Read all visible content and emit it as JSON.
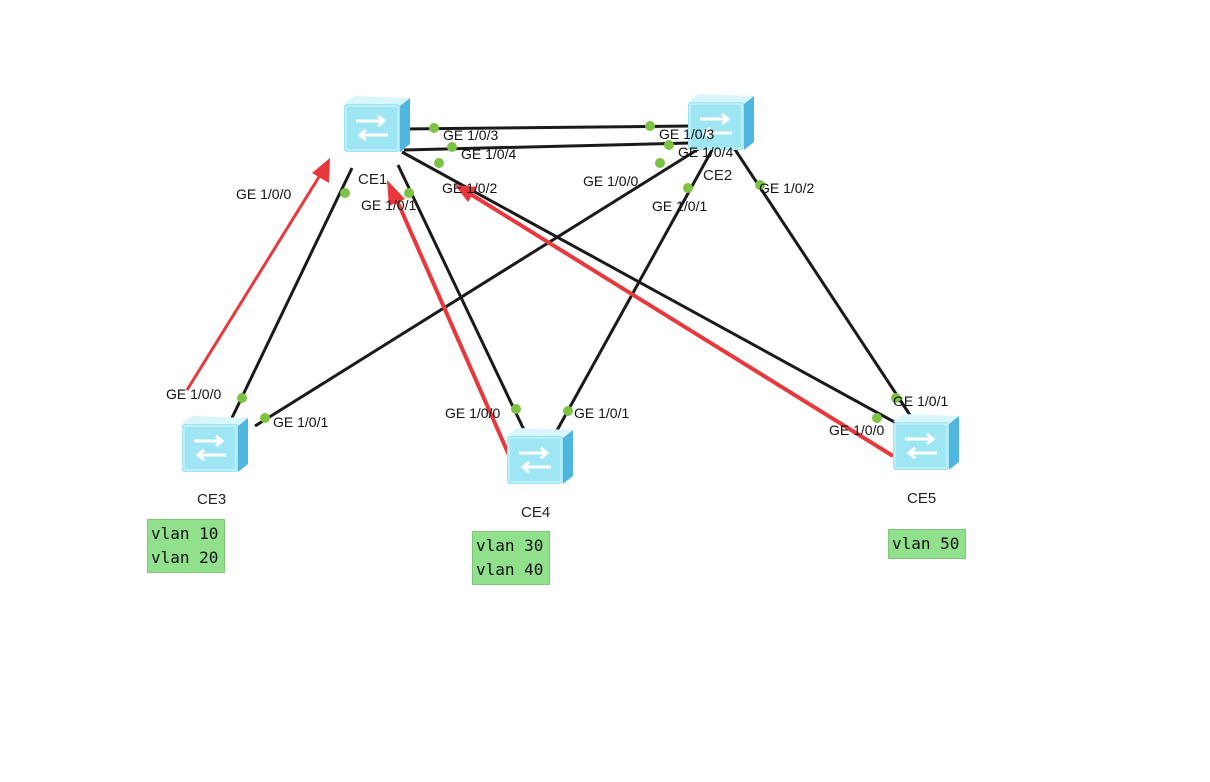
{
  "colors": {
    "background": "#ffffff",
    "link": "#1a1a1a",
    "port_dot": "#7dc242",
    "arrow": "#e8383b",
    "vlan_box": "#90e08c",
    "switch_body": "#9fe6f5",
    "switch_side": "#4fb6e0"
  },
  "nodes": {
    "ce1": {
      "label": "CE1",
      "icon": "switch-icon"
    },
    "ce2": {
      "label": "CE2",
      "icon": "switch-icon"
    },
    "ce3": {
      "label": "CE3",
      "icon": "switch-icon"
    },
    "ce4": {
      "label": "CE4",
      "icon": "switch-icon"
    },
    "ce5": {
      "label": "CE5",
      "icon": "switch-icon"
    }
  },
  "ports": {
    "ce1_ge0": "GE 1/0/0",
    "ce1_ge1": "GE 1/0/1",
    "ce1_ge2": "GE 1/0/2",
    "ce1_ge3": "GE 1/0/3",
    "ce1_ge4": "GE 1/0/4",
    "ce2_ge0": "GE 1/0/0",
    "ce2_ge1": "GE 1/0/1",
    "ce2_ge2": "GE 1/0/2",
    "ce2_ge3": "GE 1/0/3",
    "ce2_ge4": "GE 1/0/4",
    "ce3_ge0": "GE 1/0/0",
    "ce3_ge1": "GE 1/0/1",
    "ce4_ge0": "GE 1/0/0",
    "ce4_ge1": "GE 1/0/1",
    "ce5_ge0": "GE 1/0/0",
    "ce5_ge1": "GE 1/0/1"
  },
  "vlans": {
    "ce3": [
      "vlan 10",
      "vlan 20"
    ],
    "ce4": [
      "vlan 30",
      "vlan 40"
    ],
    "ce5": [
      "vlan 50"
    ]
  }
}
